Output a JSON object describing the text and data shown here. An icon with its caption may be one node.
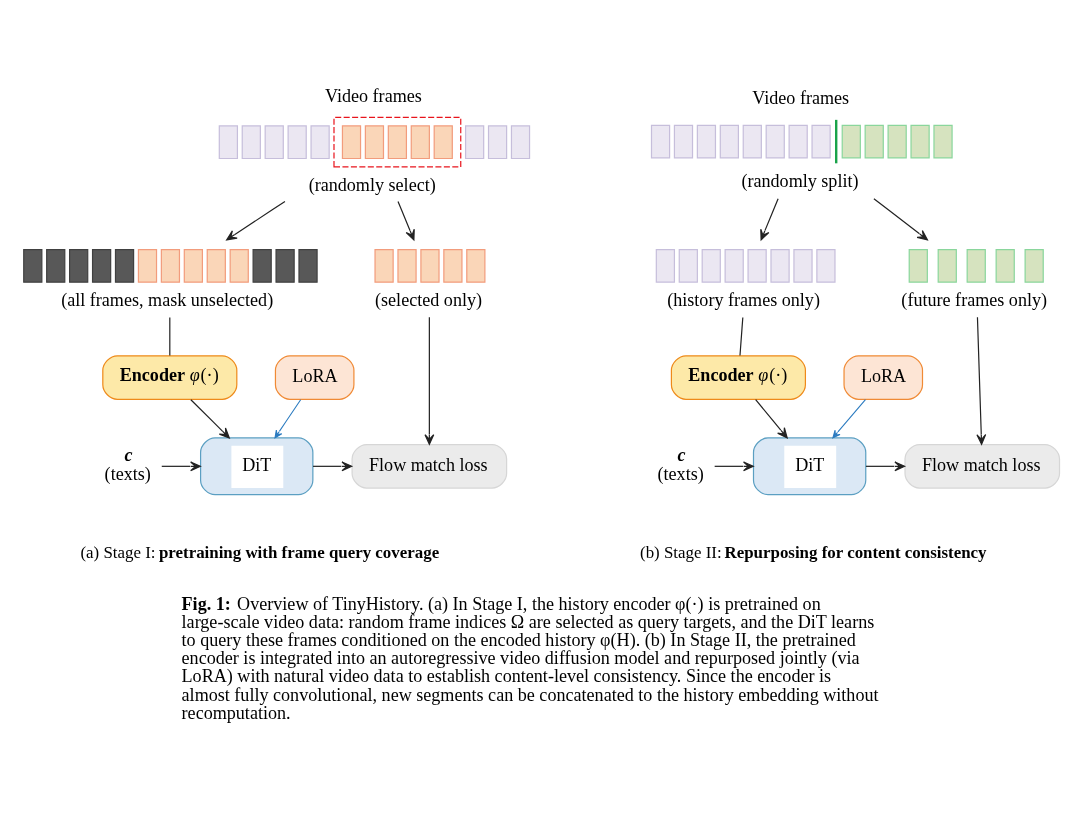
{
  "diagram": {
    "caption": "**Fig. 1:** Overview of TinyHistory. (a) In Stage I, the history encoder φ(·) is pretrained on large-scale video data: random frame indices Ω are selected as query targets, and the DiT learns to query these frames conditioned on the encoded history φ(H). (b) In Stage II, the pretrained encoder is integrated into an autoregressive video diffusion model and repurposed jointly (via LoRA) with natural video data to establish content-level consistency. Since the encoder is almost fully convolutional, new segments can be concatenated to the history embedding without recomputation.",
    "nodes": [
      {
        "text": [
          "Video frames",
          "(randomly select)"
        ]
      },
      {
        "text": [
          "(all frames, mask unselected)"
        ]
      },
      {
        "text": [
          "(selected only)"
        ]
      },
      {
        "text": [
          "**Encoder** *φ*(·)"
        ]
      },
      {
        "text": [
          "Flow match loss"
        ]
      },
      {
        "text": [
          "LoRA"
        ]
      },
      {
        "text": [
          "c",
          "(texts)"
        ]
      },
      {
        "text": [
          "DiT"
        ]
      },
      {
        "text": [
          "Video frames",
          "(randomly split)"
        ]
      },
      {
        "text": [
          "(history frames only)"
        ]
      },
      {
        "text": [
          "(future frames only)"
        ]
      },
      {
        "text": [
          "**Encoder** *φ*(·)"
        ]
      },
      {
        "text": [
          "Flow match loss"
        ]
      },
      {
        "text": [
          "LoRA"
        ]
      },
      {
        "text": [
          "c",
          "(texts)"
        ]
      },
      {
        "text": [
          "DiT"
        ]
      }
    ],
    "edges": [
      {
        "from": 0,
        "to": 1,
        "arrow": "to"
      },
      {
        "from": 0,
        "to": 2,
        "arrow": "to"
      },
      {
        "from": 1,
        "to": 3,
        "arrow": "none"
      },
      {
        "from": 3,
        "to": 7,
        "arrow": "to"
      },
      {
        "from": 2,
        "to": 4,
        "arrow": "to"
      },
      {
        "from": 6,
        "to": 7,
        "arrow": "to"
      },
      {
        "from": 5,
        "to": 7,
        "arrow": "to",
        "color": "#2b7bc0"
      },
      {
        "from": 7,
        "to": 4,
        "arrow": "to"
      },
      {
        "from": 8,
        "to": 9,
        "arrow": "to"
      },
      {
        "from": 8,
        "to": 10,
        "arrow": "to"
      },
      {
        "from": 9,
        "to": 11,
        "arrow": "none"
      },
      {
        "from": 11,
        "to": 15,
        "arrow": "to"
      },
      {
        "from": 10,
        "to": 12,
        "arrow": "to"
      },
      {
        "from": 14,
        "to": 15,
        "arrow": "to"
      },
      {
        "from": 13,
        "to": 15,
        "arrow": "to",
        "color": "#2b7bc0"
      },
      {
        "from": 15,
        "to": 12,
        "arrow": "to"
      }
    ],
    "labels": [
      "(a) Stage I: **pretraining with frame query coverage**",
      "(b) Stage II: **Repurposing for content consistency**"
    ]
  }
}
